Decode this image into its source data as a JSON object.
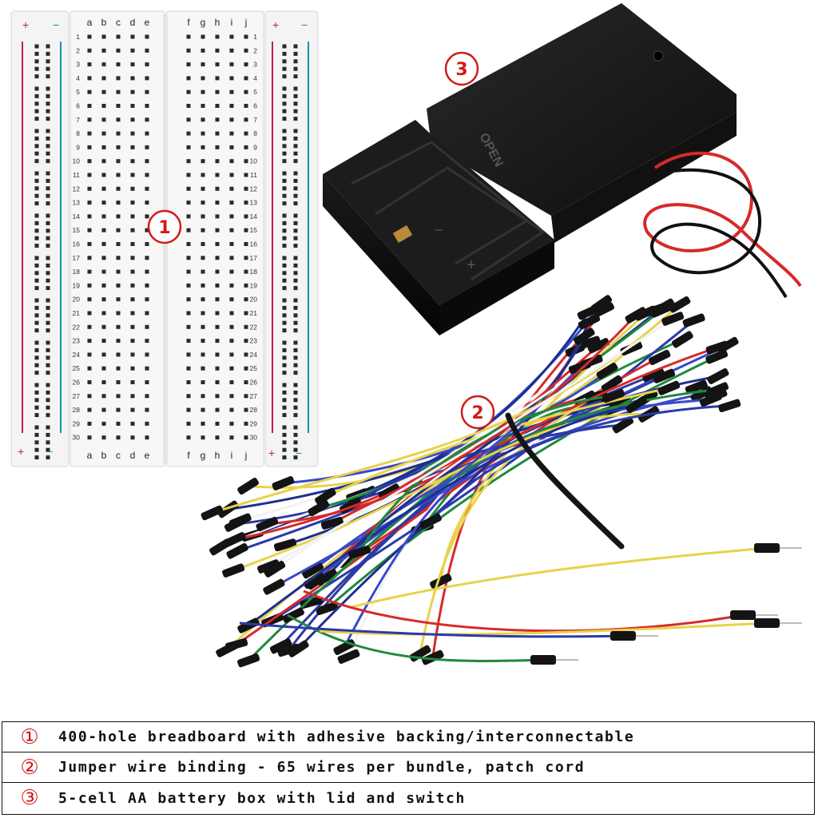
{
  "breadboard": {
    "columns_left": [
      "a",
      "b",
      "c",
      "d",
      "e"
    ],
    "columns_right": [
      "f",
      "g",
      "h",
      "i",
      "j"
    ],
    "row_count": 30,
    "rail_plus": "+",
    "rail_minus": "−",
    "rail_plus_color": "#c2185b",
    "rail_minus_color": "#0097a7"
  },
  "battery_box": {
    "lid_text": "OPEN",
    "minus_symbol": "−",
    "plus_symbol": "+"
  },
  "badges": [
    {
      "label": "1",
      "color": "#d11a1a"
    },
    {
      "label": "2",
      "color": "#d11a1a"
    },
    {
      "label": "3",
      "color": "#d11a1a"
    }
  ],
  "captions": [
    {
      "num": "①",
      "text": "400-hole breadboard with adhesive backing/interconnectable"
    },
    {
      "num": "②",
      "text": "Jumper wire binding - 65 wires per bundle, patch cord"
    },
    {
      "num": "③",
      "text": "5-cell AA battery box with lid and switch"
    }
  ],
  "wire_colors": [
    "#2b3aa8",
    "#1d2f8f",
    "#d62a2a",
    "#1e8a3c",
    "#e8d24a",
    "#f2f2f2",
    "#3949c9"
  ]
}
